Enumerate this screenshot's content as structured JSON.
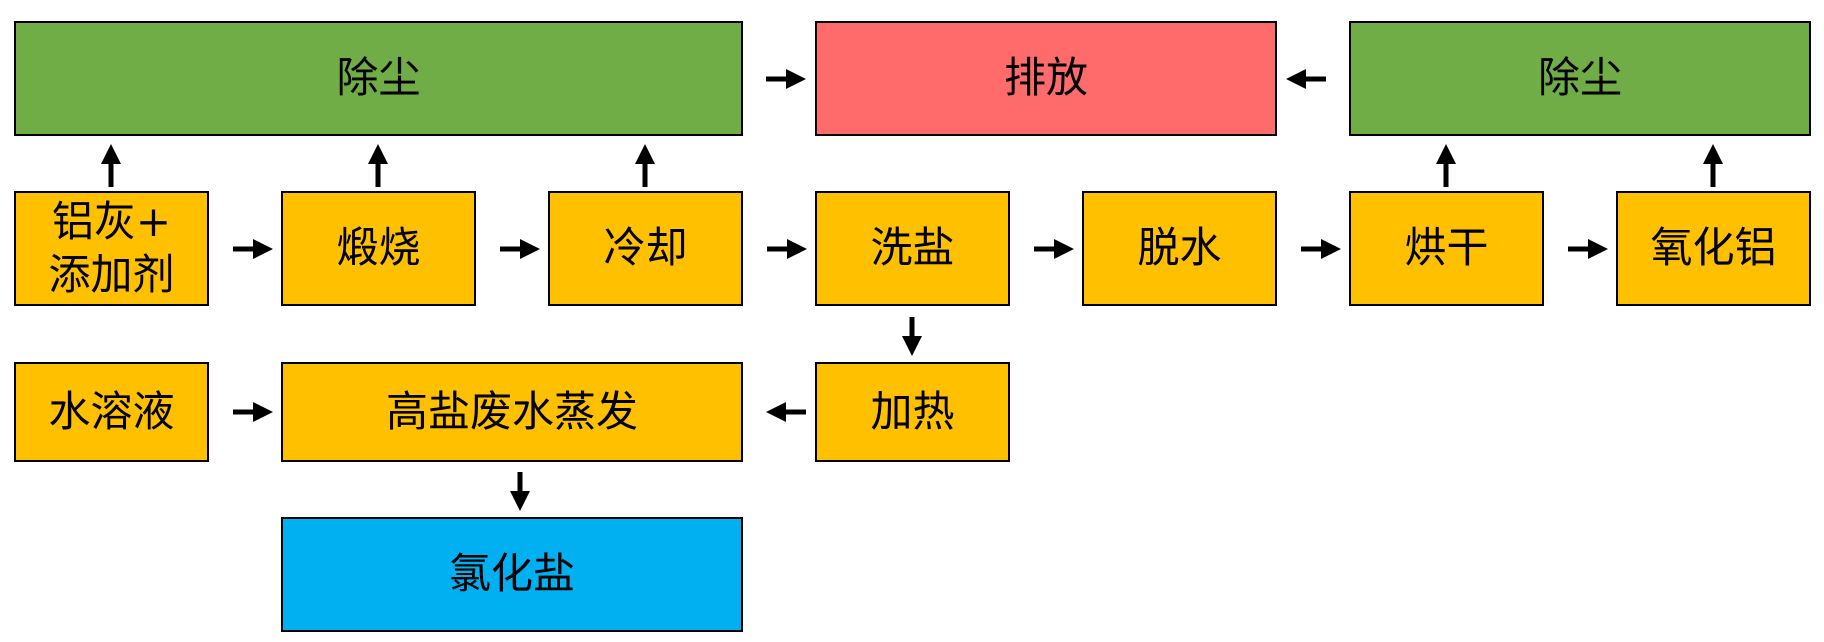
{
  "colors": {
    "green": "#70AD47",
    "red": "#FF6B6B",
    "orange": "#FFC000",
    "blue": "#00B0F0",
    "stroke": "#000000"
  },
  "nodes": {
    "dust_left": "除尘",
    "discharge": "排放",
    "dust_right": "除尘",
    "aluminum_ash_line1": "铝灰+",
    "aluminum_ash_line2": "添加剂",
    "calcination": "煅烧",
    "cooling": "冷却",
    "salt_washing": "洗盐",
    "dehydration": "脱水",
    "drying": "烘干",
    "alumina": "氧化铝",
    "aqueous_solution": "水溶液",
    "evaporation": "高盐废水蒸发",
    "heating": "加热",
    "chloride_salt": "氯化盐"
  }
}
